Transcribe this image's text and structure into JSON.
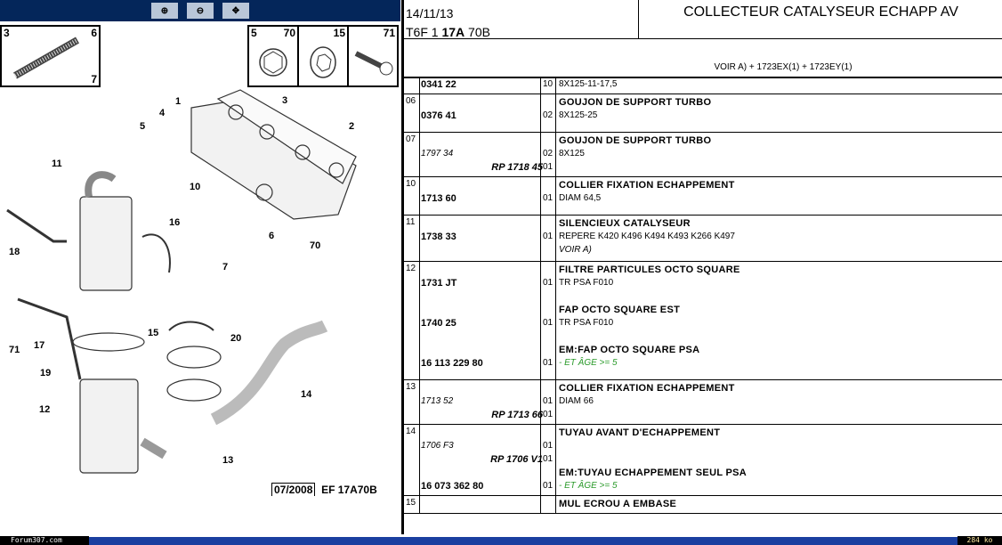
{
  "toolbar": {
    "zoom_in": "zoom-in-icon",
    "zoom_out": "zoom-out-icon",
    "pan": "zoom-pan-icon"
  },
  "thumbnails": [
    {
      "labels": [
        "3",
        "6",
        "7"
      ]
    },
    {
      "labels": [
        "5",
        "70"
      ]
    },
    {
      "labels": [
        "15"
      ]
    },
    {
      "labels": [
        "71"
      ]
    }
  ],
  "callouts": [
    "1",
    "2",
    "3",
    "4",
    "5",
    "6",
    "7",
    "10",
    "11",
    "12",
    "13",
    "14",
    "15",
    "16",
    "17",
    "18",
    "19",
    "20",
    "70",
    "71"
  ],
  "diagram_footer": {
    "date": "07/2008",
    "code": "EF 17A70B"
  },
  "header": {
    "date": "14/11/13",
    "code_prefix": "T6F 1 ",
    "code_bold": "17A",
    "code_suffix": " 70B",
    "title": "COLLECTEUR CATALYSEUR ECHAPP AV"
  },
  "note": "VOIR A) + 1723EX(1) + 1723EY(1)",
  "rows": [
    {
      "num": "",
      "lines": [
        {
          "ref": "0341 22",
          "rs": "b",
          "qty": "10",
          "desc": "8X125-11-17,5",
          "ds": ""
        }
      ]
    },
    {
      "num": "06",
      "lines": [
        {
          "desc": "GOUJON DE SUPPORT TURBO",
          "ds": "b"
        },
        {
          "ref": "0376 41",
          "rs": "b",
          "qty": "02",
          "desc": "8X125-25"
        }
      ]
    },
    {
      "num": "07",
      "lines": [
        {
          "desc": "GOUJON DE SUPPORT TURBO",
          "ds": "b"
        },
        {
          "ref": "1797 34",
          "rs": "i",
          "qty": "02",
          "desc": "8X125"
        },
        {
          "ref": "RP 1718 45",
          "rs": "rp",
          "qty": "01"
        }
      ]
    },
    {
      "num": "10",
      "lines": [
        {
          "desc": "COLLIER FIXATION ECHAPPEMENT",
          "ds": "b"
        },
        {
          "ref": "1713 60",
          "rs": "b",
          "qty": "01",
          "desc": "DIAM 64,5"
        }
      ]
    },
    {
      "num": "11",
      "lines": [
        {
          "desc": "SILENCIEUX CATALYSEUR",
          "ds": "b"
        },
        {
          "ref": "1738 33",
          "rs": "b",
          "qty": "01",
          "desc": "REPERE K420 K496 K494 K493 K266 K497"
        },
        {
          "desc": "VOIR A)",
          "ds": "i"
        }
      ]
    },
    {
      "num": "12",
      "lines": [
        {
          "desc": "FILTRE PARTICULES OCTO SQUARE",
          "ds": "b"
        },
        {
          "ref": "1731 JT",
          "rs": "b",
          "qty": "01",
          "desc": "TR PSA F010"
        },
        {},
        {
          "desc": "FAP OCTO SQUARE EST",
          "ds": "b"
        },
        {
          "ref": "1740 25",
          "rs": "b",
          "qty": "01",
          "desc": "TR PSA F010"
        },
        {},
        {
          "desc": "EM:FAP OCTO SQUARE PSA",
          "ds": "b"
        },
        {
          "ref": "16 113 229 80",
          "rs": "b",
          "qty": "01",
          "desc": "- ET ÂGE >= 5",
          "ds": "g"
        }
      ]
    },
    {
      "num": "13",
      "lines": [
        {
          "desc": "COLLIER FIXATION ECHAPPEMENT",
          "ds": "b"
        },
        {
          "ref": "1713 52",
          "rs": "i",
          "qty": "01",
          "desc": "DIAM 66"
        },
        {
          "ref": "RP 1713 66",
          "rs": "rp",
          "qty": "01"
        }
      ]
    },
    {
      "num": "14",
      "lines": [
        {
          "desc": "TUYAU AVANT D'ECHAPPEMENT",
          "ds": "b"
        },
        {
          "ref": "1706 F3",
          "rs": "i",
          "qty": "01"
        },
        {
          "ref": "RP 1706 V1",
          "rs": "rp",
          "qty": "01"
        },
        {
          "desc": "EM:TUYAU ECHAPPEMENT SEUL PSA",
          "ds": "b"
        },
        {
          "ref": "16 073 362 80",
          "rs": "b",
          "qty": "01",
          "desc": "- ET ÂGE >= 5",
          "ds": "g"
        }
      ]
    },
    {
      "num": "15",
      "lines": [
        {
          "desc": "MUL ECROU A EMBASE",
          "ds": "b"
        }
      ]
    }
  ],
  "status": {
    "site": "Forum307.com",
    "size": "284 ko"
  }
}
